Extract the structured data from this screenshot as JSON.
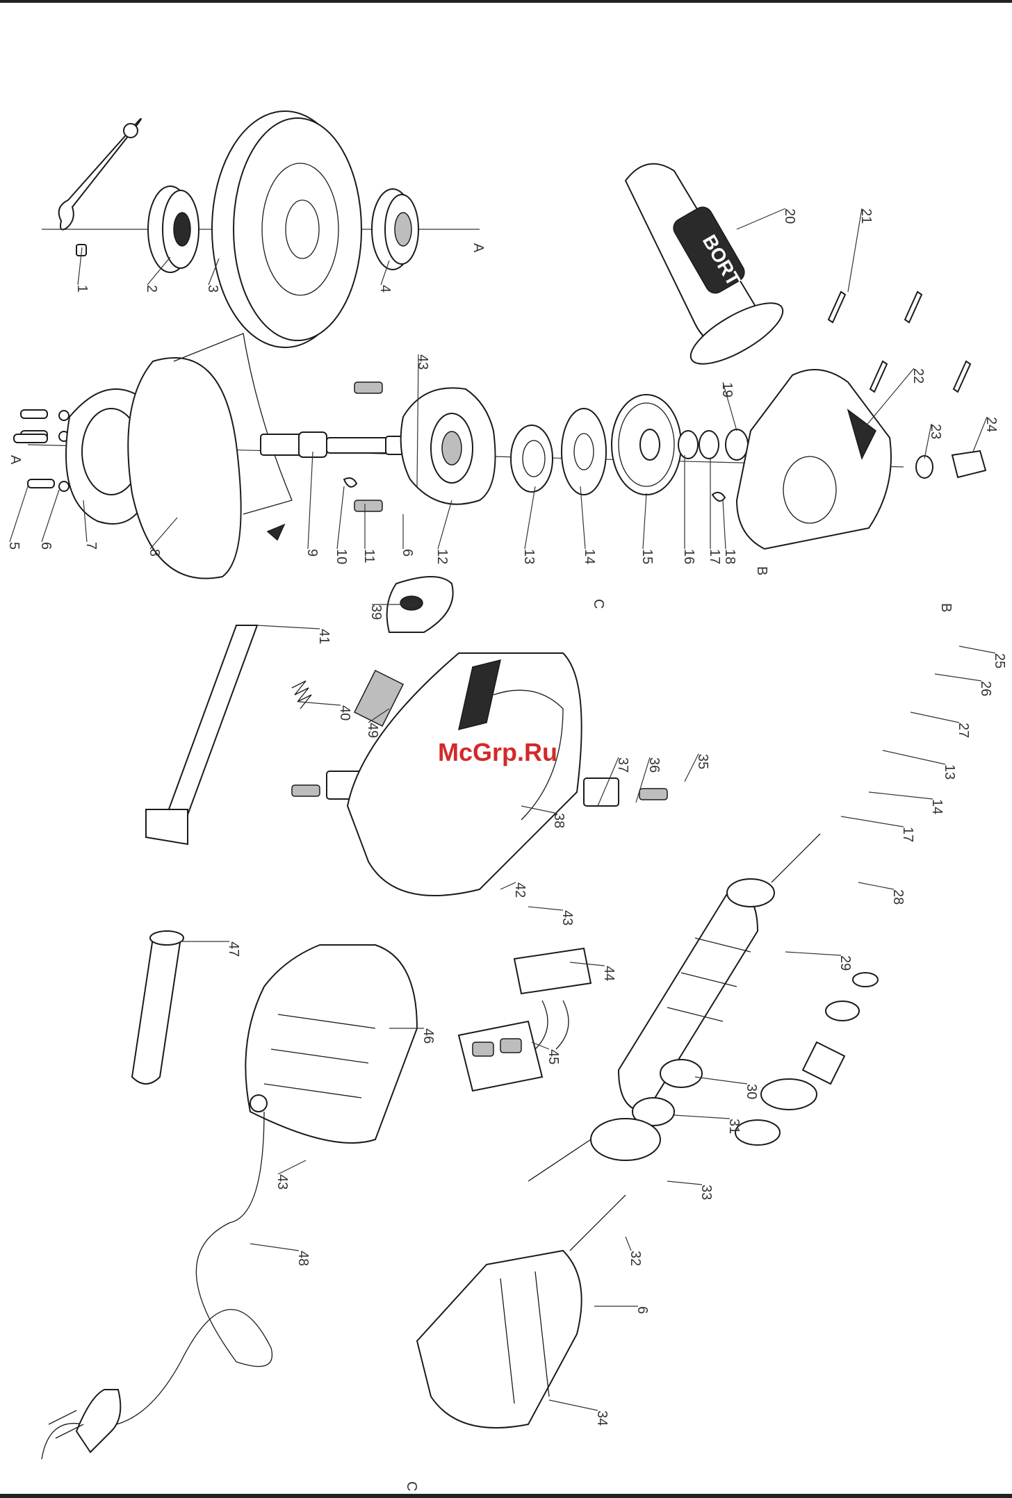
{
  "watermark": "McGrp.Ru",
  "grip_brand": "BORT",
  "section_markers": [
    "A",
    "A",
    "B",
    "B",
    "C",
    "C"
  ],
  "parts": [
    {
      "n": "1"
    },
    {
      "n": "2"
    },
    {
      "n": "3"
    },
    {
      "n": "4"
    },
    {
      "n": "5"
    },
    {
      "n": "6"
    },
    {
      "n": "7"
    },
    {
      "n": "8"
    },
    {
      "n": "9"
    },
    {
      "n": "10"
    },
    {
      "n": "11"
    },
    {
      "n": "6"
    },
    {
      "n": "12"
    },
    {
      "n": "13"
    },
    {
      "n": "14"
    },
    {
      "n": "15"
    },
    {
      "n": "16"
    },
    {
      "n": "17"
    },
    {
      "n": "18"
    },
    {
      "n": "19"
    },
    {
      "n": "20"
    },
    {
      "n": "21"
    },
    {
      "n": "22"
    },
    {
      "n": "23"
    },
    {
      "n": "24"
    },
    {
      "n": "25"
    },
    {
      "n": "26"
    },
    {
      "n": "27"
    },
    {
      "n": "13"
    },
    {
      "n": "14"
    },
    {
      "n": "17"
    },
    {
      "n": "28"
    },
    {
      "n": "29"
    },
    {
      "n": "30"
    },
    {
      "n": "31"
    },
    {
      "n": "33"
    },
    {
      "n": "32"
    },
    {
      "n": "6"
    },
    {
      "n": "34"
    },
    {
      "n": "35"
    },
    {
      "n": "36"
    },
    {
      "n": "37"
    },
    {
      "n": "38"
    },
    {
      "n": "39"
    },
    {
      "n": "40"
    },
    {
      "n": "41"
    },
    {
      "n": "42"
    },
    {
      "n": "43"
    },
    {
      "n": "43"
    },
    {
      "n": "43"
    },
    {
      "n": "44"
    },
    {
      "n": "45"
    },
    {
      "n": "46"
    },
    {
      "n": "47"
    },
    {
      "n": "48"
    },
    {
      "n": "49"
    }
  ]
}
